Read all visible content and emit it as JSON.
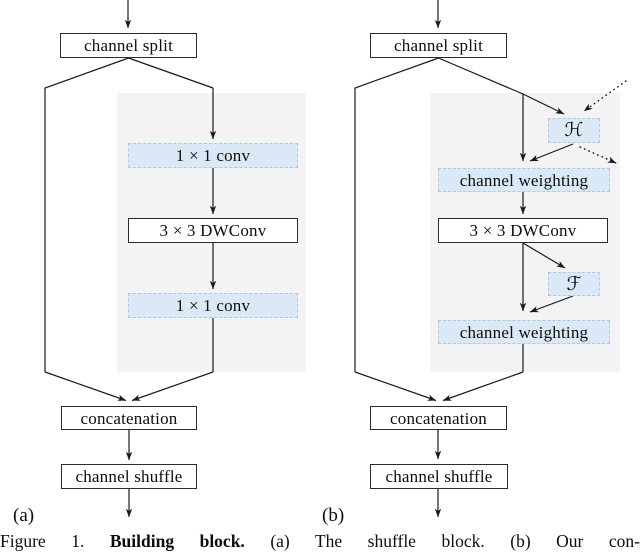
{
  "figure_caption": {
    "prefix": "Figure 1.",
    "title_bold": "Building block.",
    "rest_a": "(a) The shuffle block.",
    "rest_b": "(b) Our con-"
  },
  "panel_a": {
    "label": "(a)",
    "channel_split": "channel split",
    "conv1": "1 × 1 conv",
    "dwconv": "3 × 3 DWConv",
    "conv2": "1 × 1 conv",
    "concatenation": "concatenation",
    "channel_shuffle": "channel shuffle"
  },
  "panel_b": {
    "label": "(b)",
    "channel_split": "channel split",
    "h_func": "ℋ",
    "channel_weighting1": "channel weighting",
    "dwconv": "3 × 3 DWConv",
    "f_func": "ℱ",
    "channel_weighting2": "channel weighting",
    "concatenation": "concatenation",
    "channel_shuffle": "channel shuffle"
  },
  "colors": {
    "highlight_fill": "#dbe9f7",
    "highlight_border": "#a9cbe8",
    "panel_bg": "#f3f3f3",
    "box_border": "#2b2b2b",
    "wire": "#1a1a1a"
  }
}
